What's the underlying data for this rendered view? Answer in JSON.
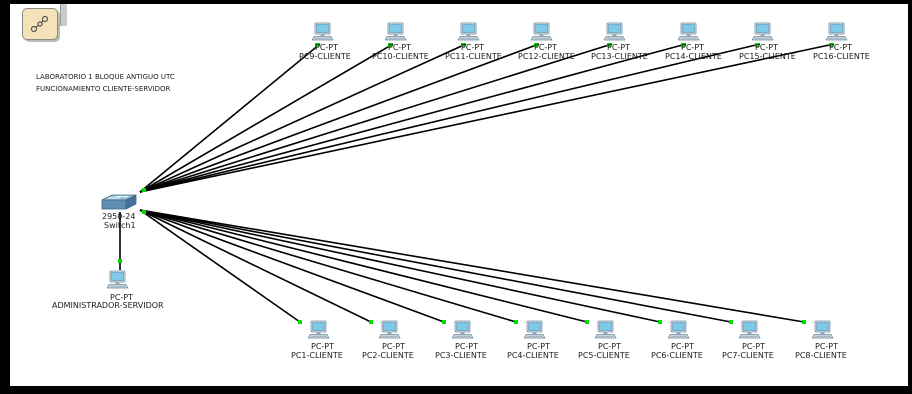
{
  "note": {
    "line1": "LABORATORIO 1 BLOQUE ANTIGUO UTC",
    "line2": "FUNCIONAMIENTO CLIENTE-SERVIDOR"
  },
  "switch": {
    "model": "2950-24",
    "name": "Switch1"
  },
  "server": {
    "model": "PC-PT",
    "name": "ADMINISTRADOR-SERVIDOR"
  },
  "top_clients": [
    {
      "model": "PC-PT",
      "name": "PC9-CLIENTE"
    },
    {
      "model": "PC-PT",
      "name": "PC10-CLIENTE"
    },
    {
      "model": "PC-PT",
      "name": "PC11-CLIENTE"
    },
    {
      "model": "PC-PT",
      "name": "PC12-CLIENTE"
    },
    {
      "model": "PC-PT",
      "name": "PC13-CLIENTE"
    },
    {
      "model": "PC-PT",
      "name": "PC14-CLIENTE"
    },
    {
      "model": "PC-PT",
      "name": "PC15-CLIENTE"
    },
    {
      "model": "PC-PT",
      "name": "PC16-CLIENTE"
    }
  ],
  "bottom_clients": [
    {
      "model": "PC-PT",
      "name": "PC1-CLIENTE"
    },
    {
      "model": "PC-PT",
      "name": "PC2-CLIENTE"
    },
    {
      "model": "PC-PT",
      "name": "PC3-CLIENTE"
    },
    {
      "model": "PC-PT",
      "name": "PC4-CLIENTE"
    },
    {
      "model": "PC-PT",
      "name": "PC5-CLIENTE"
    },
    {
      "model": "PC-PT",
      "name": "PC6-CLIENTE"
    },
    {
      "model": "PC-PT",
      "name": "PC7-CLIENTE"
    },
    {
      "model": "PC-PT",
      "name": "PC8-CLIENTE"
    }
  ],
  "colors": {
    "link": "#000000",
    "link_up": "#00dd00",
    "pc_screen": "#7ec8e8",
    "pc_body": "#4a7fa3",
    "switch_body": "#5f8fb0"
  },
  "icons": {
    "logical_workspace": "topology-icon",
    "pc": "pc-icon",
    "switch": "switch-icon"
  }
}
